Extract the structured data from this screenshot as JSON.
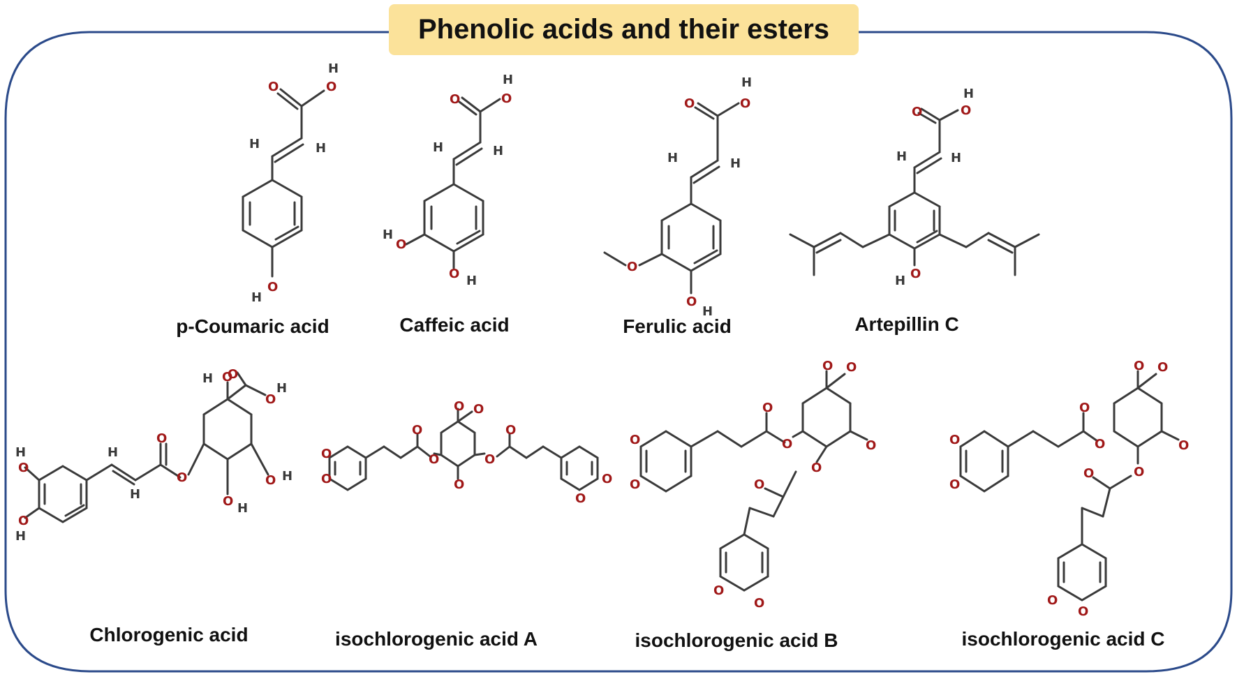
{
  "title": "Phenolic acids and their esters",
  "colors": {
    "frame": "#2b4a8a",
    "title_fill": "#fbe29a",
    "bond": "#3a3a3a",
    "oxygen": "#a01818",
    "hydrogen": "#3a3a3a"
  },
  "compounds": [
    {
      "name": "p-Coumaric acid"
    },
    {
      "name": "Caffeic acid"
    },
    {
      "name": "Ferulic acid"
    },
    {
      "name": "Artepillin C"
    },
    {
      "name": "Chlorogenic acid"
    },
    {
      "name": "isochlorogenic acid A"
    },
    {
      "name": "isochlorogenic acid B"
    },
    {
      "name": "isochlorogenic acid C"
    }
  ]
}
